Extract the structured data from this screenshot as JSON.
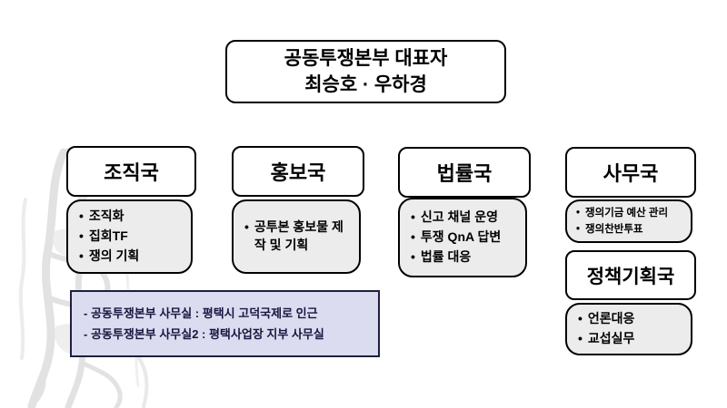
{
  "diagram": {
    "root": {
      "line1": "공동투쟁본부 대표자",
      "line2": "최승호 · 우하경"
    },
    "departments": [
      {
        "title": "조직국",
        "items": [
          "조직화",
          "집회TF",
          "쟁의 기획"
        ]
      },
      {
        "title": "홍보국",
        "items": [
          "공투본 홍보물 제작 및 기획"
        ]
      },
      {
        "title": "법률국",
        "items": [
          "신고 채널 운영",
          "투쟁 QnA 답변",
          "법률 대응"
        ]
      },
      {
        "title": "사무국",
        "items": [
          "쟁의기금 예산 관리",
          "쟁의찬반투표"
        ]
      },
      {
        "title": "정책기획국",
        "items": [
          "언론대응",
          "교섭실무"
        ]
      }
    ],
    "office_note": {
      "lines": [
        "- 공동투쟁본부 사무실 : 평택시 고덕국제로 인근",
        "- 공동투쟁본부 사무실2 : 평택사업장 지부 사무실"
      ]
    },
    "colors": {
      "box_border": "#000000",
      "item_box_bg": "#ececec",
      "note_bg": "#dcdcf0",
      "note_border": "#1f1f3d",
      "note_text": "#16163f",
      "watermark": "#e4e4e4"
    }
  }
}
